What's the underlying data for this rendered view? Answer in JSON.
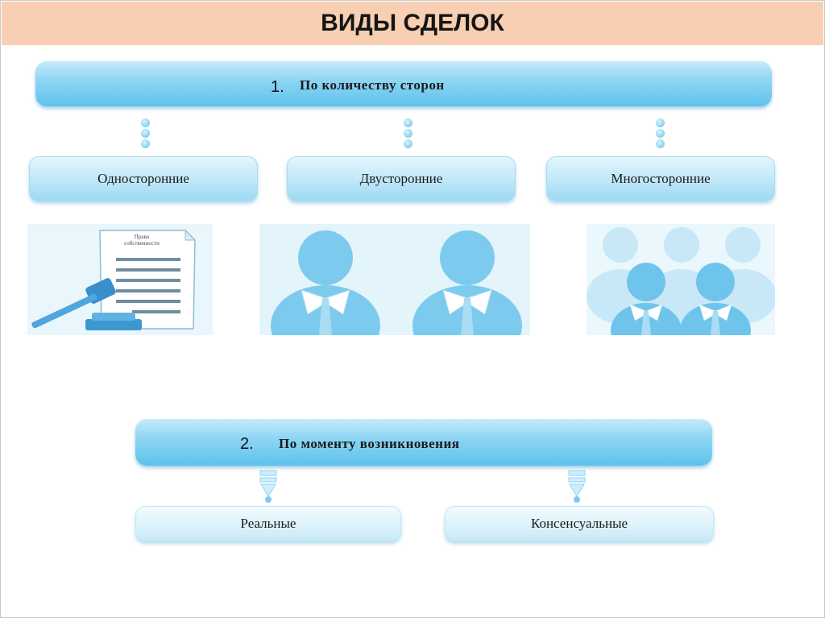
{
  "slide": {
    "title": "ВИДЫ СДЕЛОК"
  },
  "section1": {
    "number": "1.",
    "heading": "По количеству сторон",
    "items": [
      "Односторонние",
      "Двусторонние",
      "Многосторонние"
    ]
  },
  "section2": {
    "number": "2.",
    "heading": "По моменту возникновения",
    "items": [
      "Реальные",
      "Консенсуальные"
    ]
  },
  "illustrations": {
    "document_title": "Право собственности"
  },
  "colors": {
    "title_bg": "#f8cfb2",
    "bar_blue": "#5ec2ec",
    "box_blue": "#bfe7f8",
    "figure_blue": "#8fd3f0"
  }
}
